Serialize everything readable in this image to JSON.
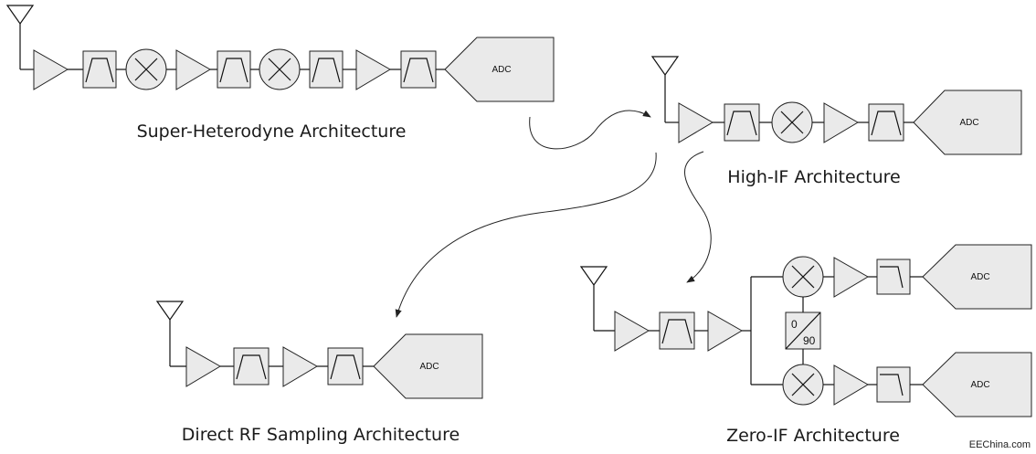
{
  "titles": {
    "super_heterodyne": "Super-Heterodyne Architecture",
    "high_if": "High-IF Architecture",
    "direct_rf": "Direct RF Sampling Architecture",
    "zero_if": "Zero-IF Architecture"
  },
  "adc_label": "ADC",
  "phase_shifter": {
    "top": "0",
    "bottom": "90"
  },
  "watermark": "EEChina.com"
}
